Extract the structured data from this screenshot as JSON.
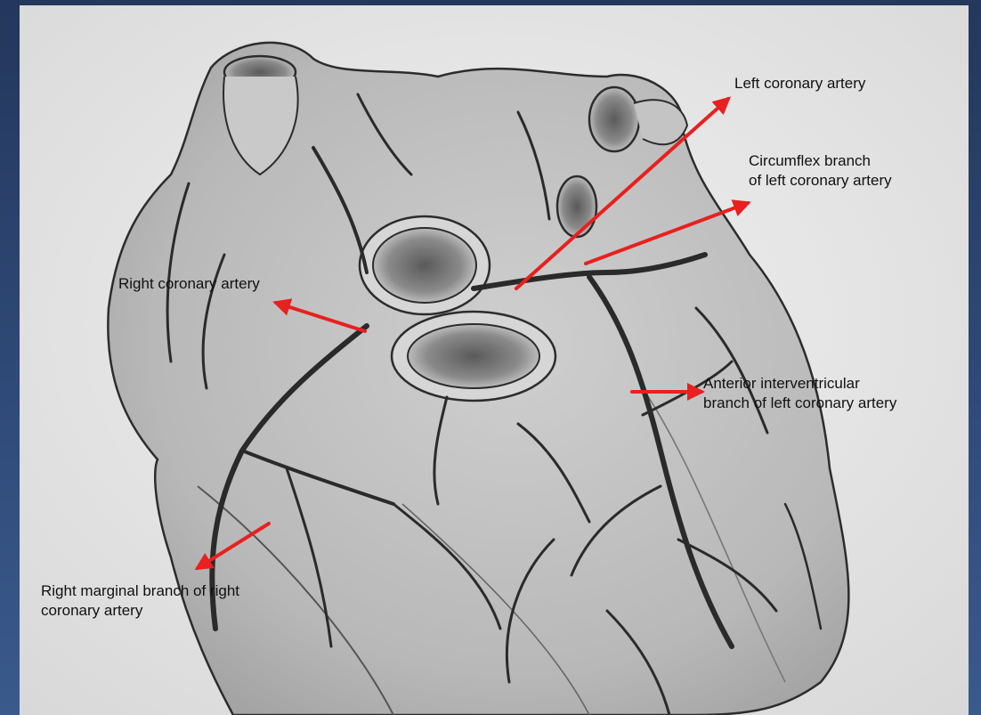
{
  "labels": {
    "left_coronary": [
      "Left coronary artery"
    ],
    "circumflex": [
      "Circumflex branch",
      "of left coronary artery"
    ],
    "right_coronary": [
      "Right coronary artery"
    ],
    "anterior_interventricular": [
      "Anterior interventricular",
      "branch of left coronary artery"
    ],
    "right_marginal": [
      "Right marginal branch of right",
      "coronary artery"
    ]
  },
  "colors": {
    "arrow": "#e8201f",
    "background": "#2b4472",
    "paper": "#e9e9e9"
  }
}
